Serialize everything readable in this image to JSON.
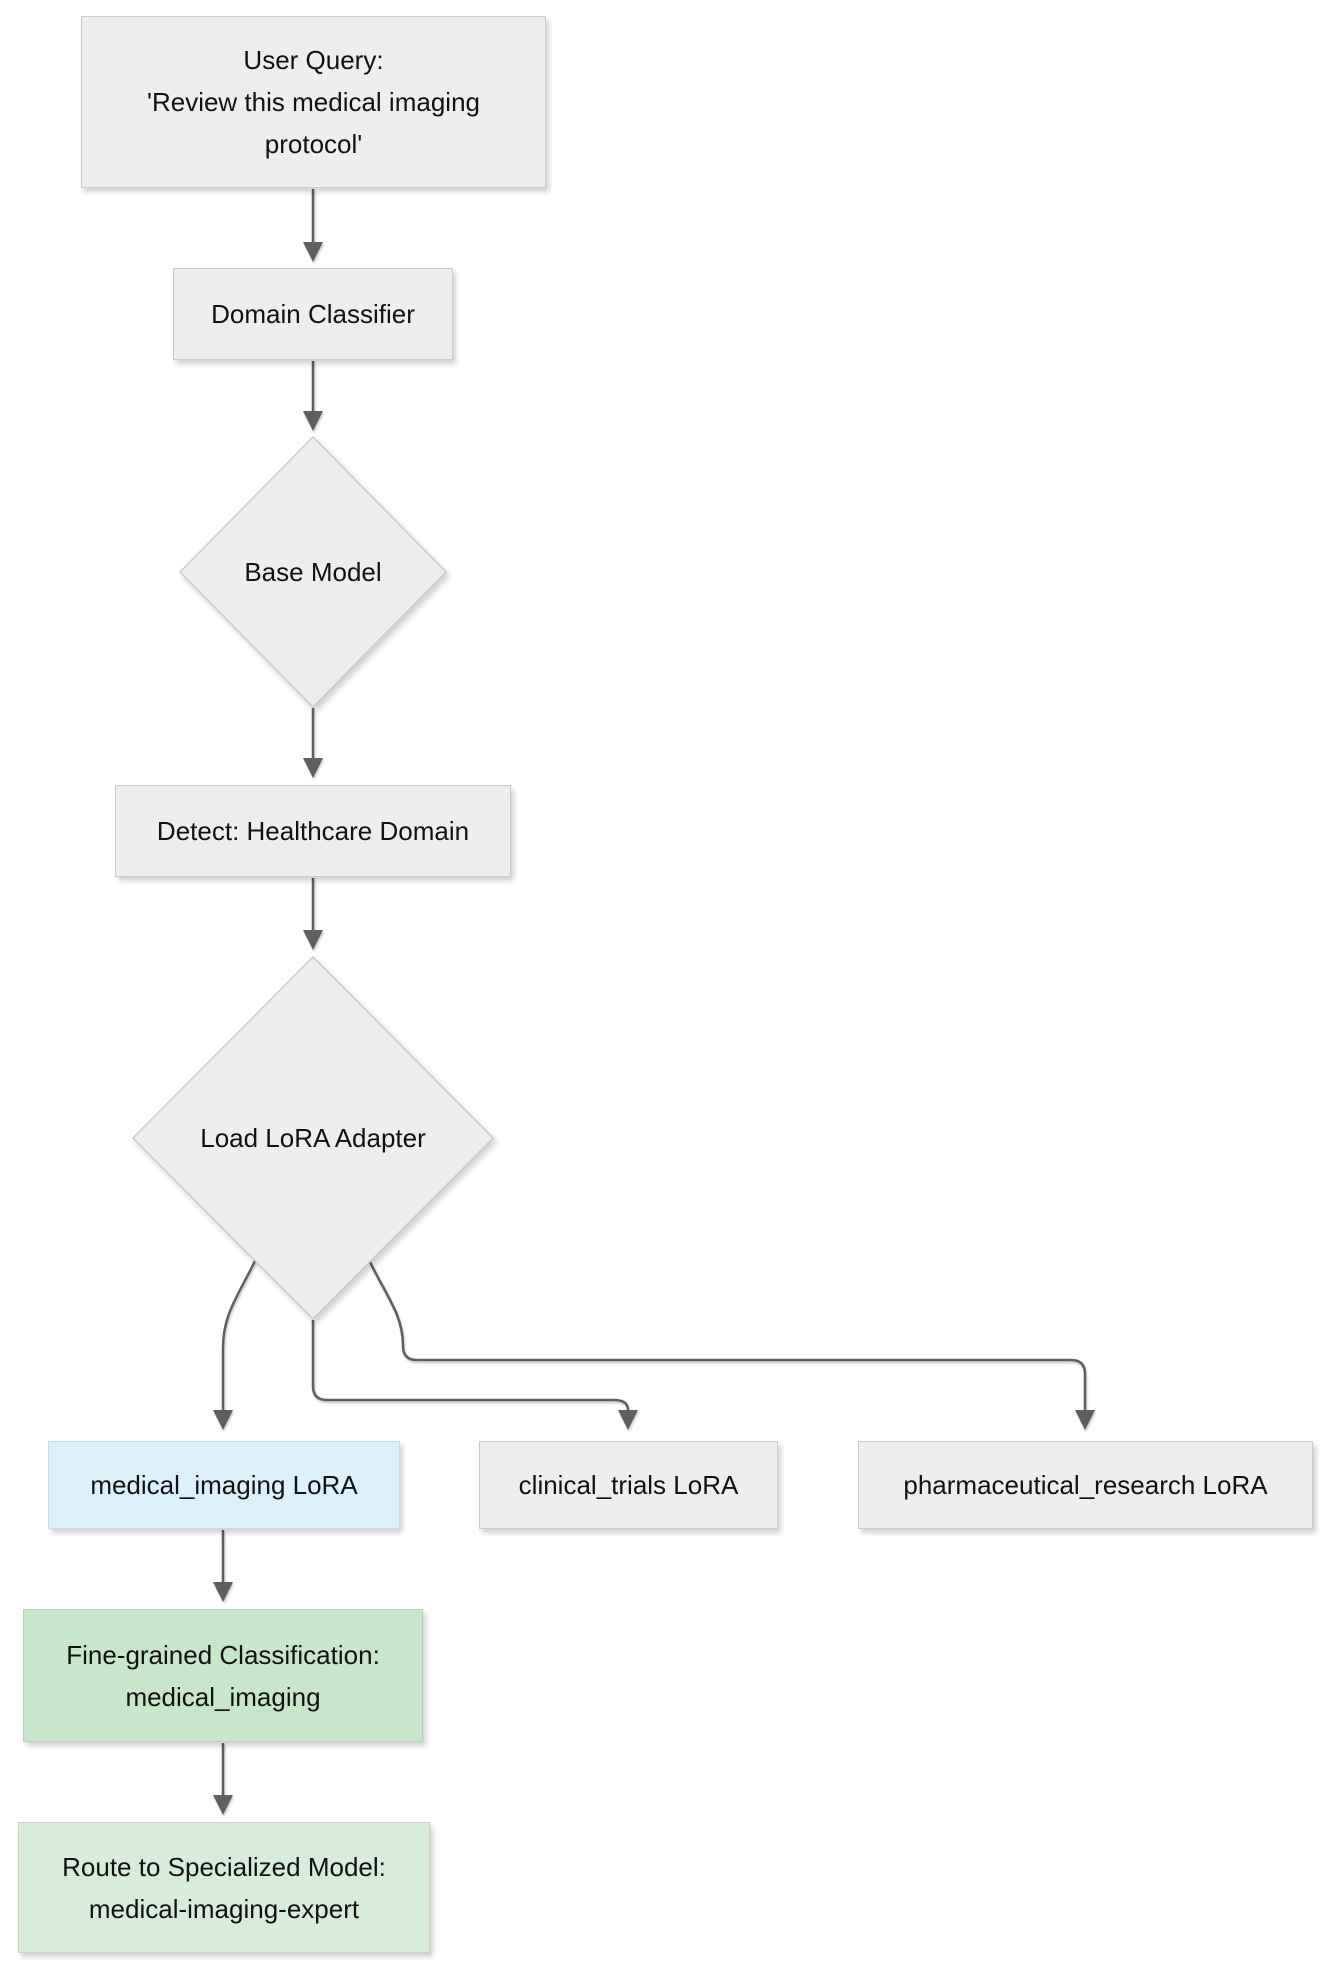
{
  "flowchart": {
    "title_hint": "LoRA adapter routing flowchart",
    "colors": {
      "node_gray": "#eeeeee",
      "node_blue": "#ddf1fb",
      "node_green": "#c8e6c9",
      "node_green_light": "#d7ecdb",
      "node_border": "#cccccc",
      "arrow": "#5f5f5f",
      "text": "#111111",
      "background": "#ffffff"
    },
    "nodes": {
      "user_query": {
        "shape": "rect",
        "fill": "#eeeeee",
        "lines": [
          "User Query:",
          "'Review this medical imaging",
          "protocol'"
        ]
      },
      "domain_classifier": {
        "shape": "rect",
        "fill": "#eeeeee",
        "label": "Domain Classifier"
      },
      "base_model": {
        "shape": "diamond",
        "fill": "#eeeeee",
        "label": "Base Model"
      },
      "detect_healthcare_domain": {
        "shape": "rect",
        "fill": "#eeeeee",
        "label": "Detect: Healthcare Domain"
      },
      "load_lora_adapter": {
        "shape": "diamond",
        "fill": "#eeeeee",
        "label": "Load LoRA Adapter"
      },
      "medical_imaging_lora": {
        "shape": "rect",
        "fill": "#ddf1fb",
        "label": "medical_imaging LoRA"
      },
      "clinical_trials_lora": {
        "shape": "rect",
        "fill": "#eeeeee",
        "label": "clinical_trials LoRA"
      },
      "pharmaceutical_research_lora": {
        "shape": "rect",
        "fill": "#eeeeee",
        "label": "pharmaceutical_research LoRA"
      },
      "fine_grained_classification": {
        "shape": "rect",
        "fill": "#c8e6c9",
        "lines": [
          "Fine-grained Classification:",
          "medical_imaging"
        ]
      },
      "route_to_specialized_model": {
        "shape": "rect",
        "fill": "#d7ecdb",
        "lines": [
          "Route to Specialized Model:",
          "medical-imaging-expert"
        ]
      }
    },
    "edges": [
      {
        "from": "user_query",
        "to": "domain_classifier"
      },
      {
        "from": "domain_classifier",
        "to": "base_model"
      },
      {
        "from": "base_model",
        "to": "detect_healthcare_domain"
      },
      {
        "from": "detect_healthcare_domain",
        "to": "load_lora_adapter"
      },
      {
        "from": "load_lora_adapter",
        "to": "medical_imaging_lora"
      },
      {
        "from": "load_lora_adapter",
        "to": "clinical_trials_lora"
      },
      {
        "from": "load_lora_adapter",
        "to": "pharmaceutical_research_lora"
      },
      {
        "from": "medical_imaging_lora",
        "to": "fine_grained_classification"
      },
      {
        "from": "fine_grained_classification",
        "to": "route_to_specialized_model"
      }
    ]
  }
}
